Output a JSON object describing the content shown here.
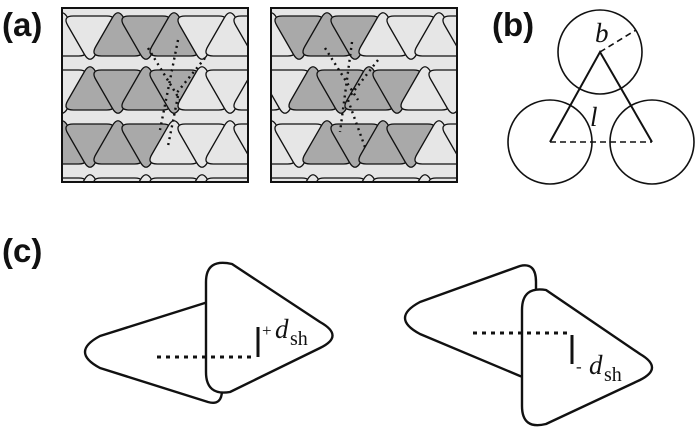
{
  "panels": {
    "a": {
      "label": "(a)"
    },
    "b": {
      "label": "(b)",
      "radius_label": "b",
      "side_label": "l"
    },
    "c": {
      "label": "(c)",
      "left_shift_sign": "+",
      "right_shift_sign": "-",
      "shift_symbol": "d",
      "shift_subscript": "sh"
    }
  },
  "colors": {
    "light_fill": "#e6e6e6",
    "dark_fill": "#a9a9a9",
    "stroke": "#111111",
    "background": "#ffffff"
  }
}
